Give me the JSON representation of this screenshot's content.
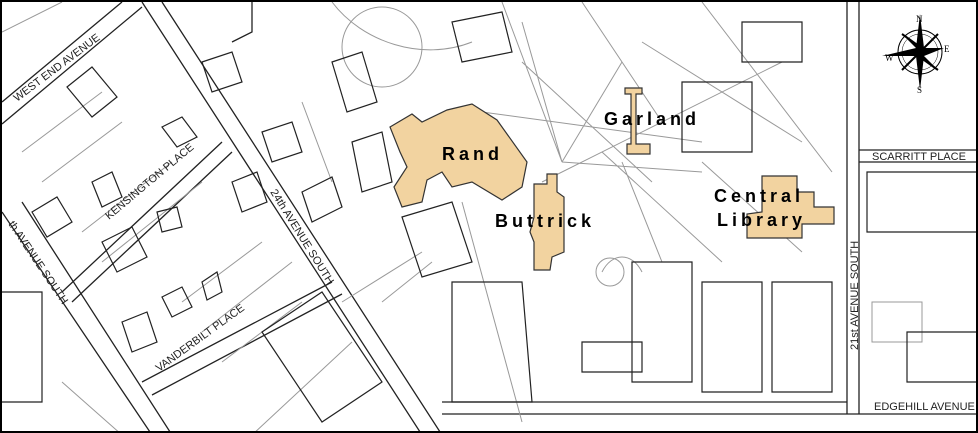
{
  "streets": {
    "west_end": "WEST END AVENUE",
    "kensington": "KENSINGTON PLACE",
    "ave24": "24th AVENUE SOUTH",
    "ave25": "th AVENUE SOUTH",
    "vanderbilt": "VANDERBILT PLACE",
    "ave21": "21st AVENUE SOUTH",
    "scarritt": "SCARRITT PLACE",
    "edgehill": "EDGEHILL AVENUE"
  },
  "buildings": {
    "rand": "Rand",
    "buttrick": "Buttrick",
    "garland": "Garland",
    "central_library_1": "Central",
    "central_library_2": "Library"
  },
  "compass": {
    "n": "N",
    "s": "S",
    "e": "E",
    "w": "W"
  },
  "colors": {
    "highlight": "#f2d3a0"
  }
}
